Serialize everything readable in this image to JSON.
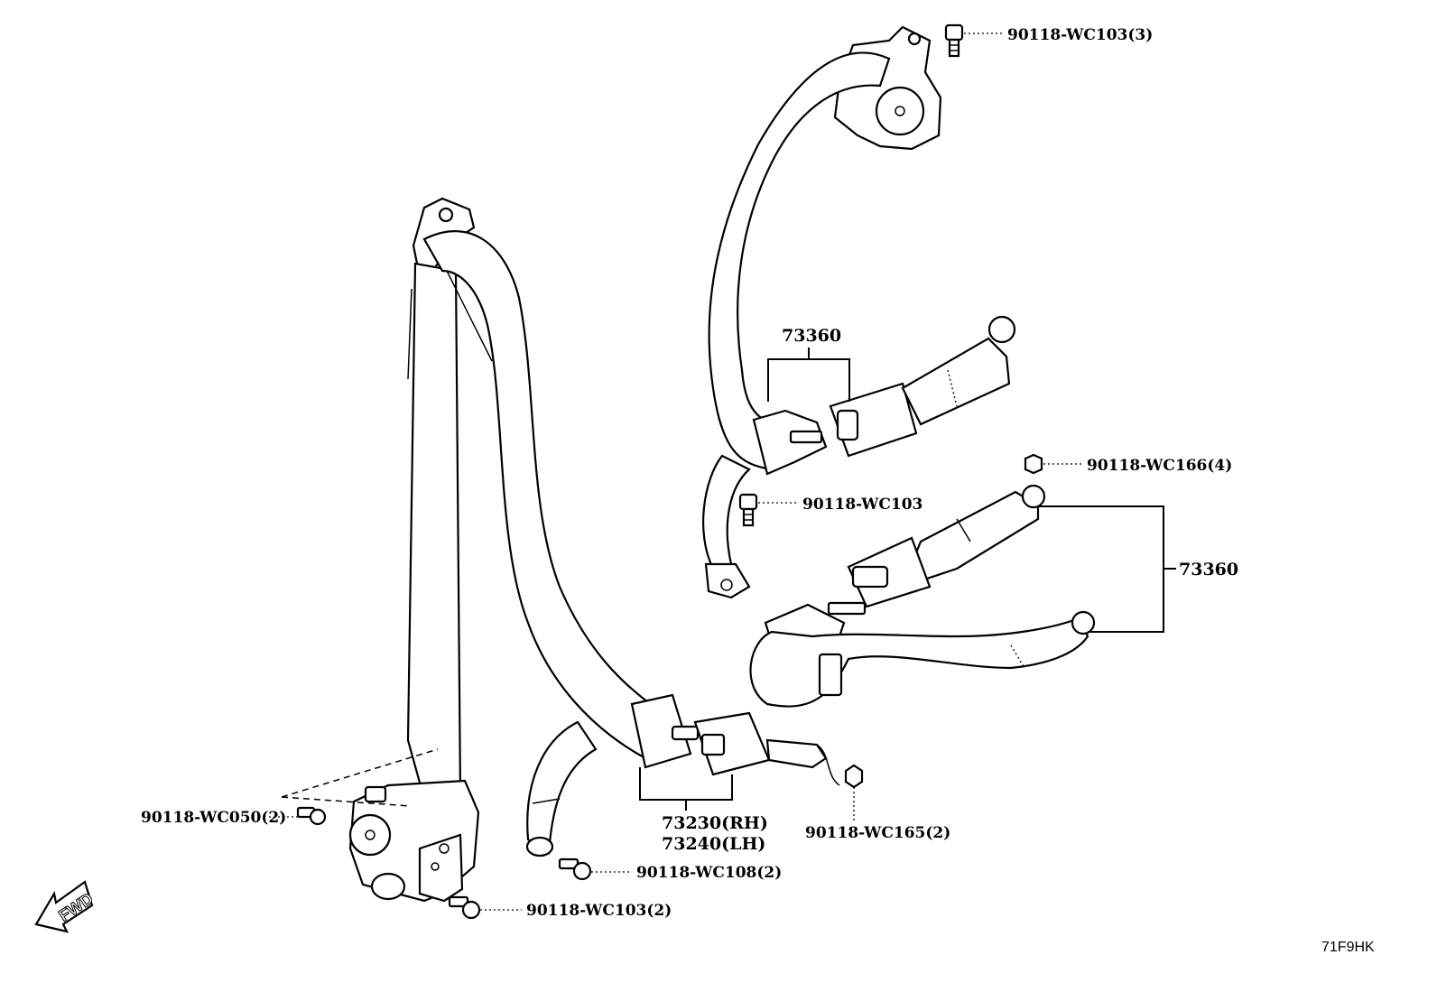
{
  "callouts": {
    "wc103_3": "90118-WC103(3)",
    "assembly_73360_top": "73360",
    "wc166_4": "90118-WC166(4)",
    "wc103": "90118-WC103",
    "assembly_73360_right": "73360",
    "assembly_73230": "73230(RH)",
    "assembly_73240": "73240(LH)",
    "wc050_2": "90118-WC050(2)",
    "wc165_2": "90118-WC165(2)",
    "wc108_2": "90118-WC108(2)",
    "wc103_2": "90118-WC103(2)"
  },
  "fwd_label": "FWD",
  "drawing_id": "71F9HK"
}
